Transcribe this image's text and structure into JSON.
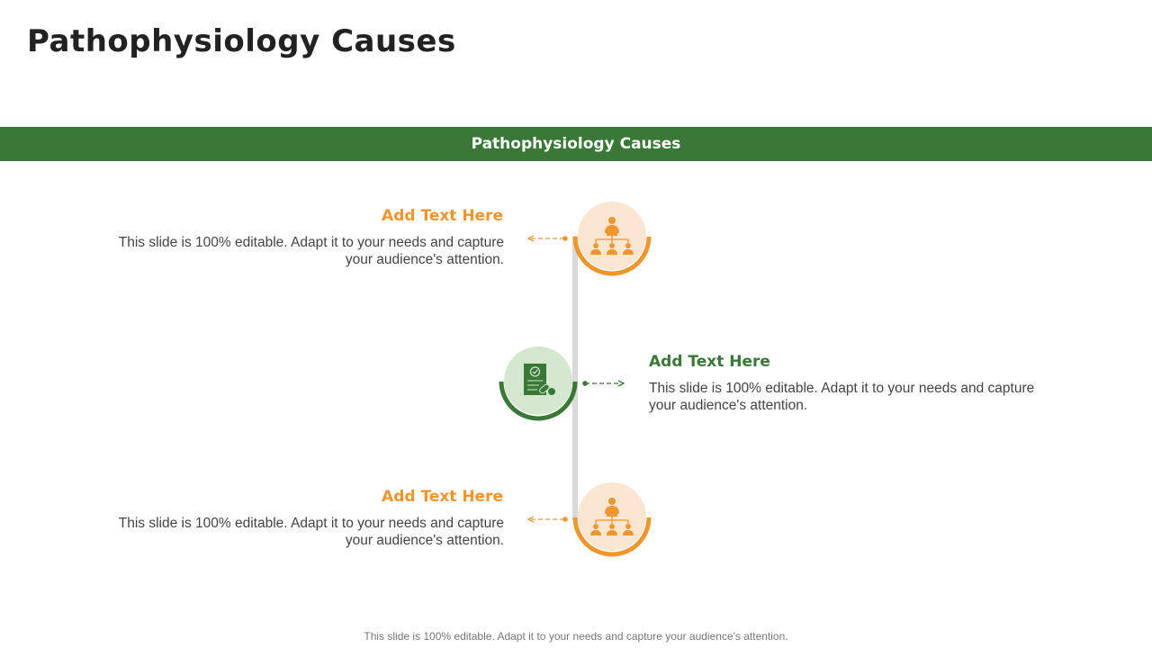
{
  "page": {
    "title": "Pathophysiology Causes",
    "banner": "Pathophysiology Causes",
    "footer": "This slide is 100% editable. Adapt it to your needs and capture your audience's attention."
  },
  "colors": {
    "green": "#3a7838",
    "green_light": "#d3e8cf",
    "orange": "#f0962e",
    "orange_light": "#fbe6d2",
    "line": "#d9d9d9"
  },
  "items": [
    {
      "heading": "Add Text Here",
      "line1": "This slide is 100% editable. Adapt it to your needs and capture",
      "line2": "your audience's attention.",
      "icon": "hierarchy-icon",
      "side": "left"
    },
    {
      "heading": "Add Text Here",
      "line1": "This slide is 100% editable. Adapt it to your needs and capture",
      "line2": "your audience's attention.",
      "icon": "medical-report-icon",
      "side": "right"
    },
    {
      "heading": "Add Text Here",
      "line1": "This slide is 100% editable. Adapt it to your needs and capture",
      "line2": "your audience's attention.",
      "icon": "hierarchy-icon",
      "side": "left"
    }
  ]
}
